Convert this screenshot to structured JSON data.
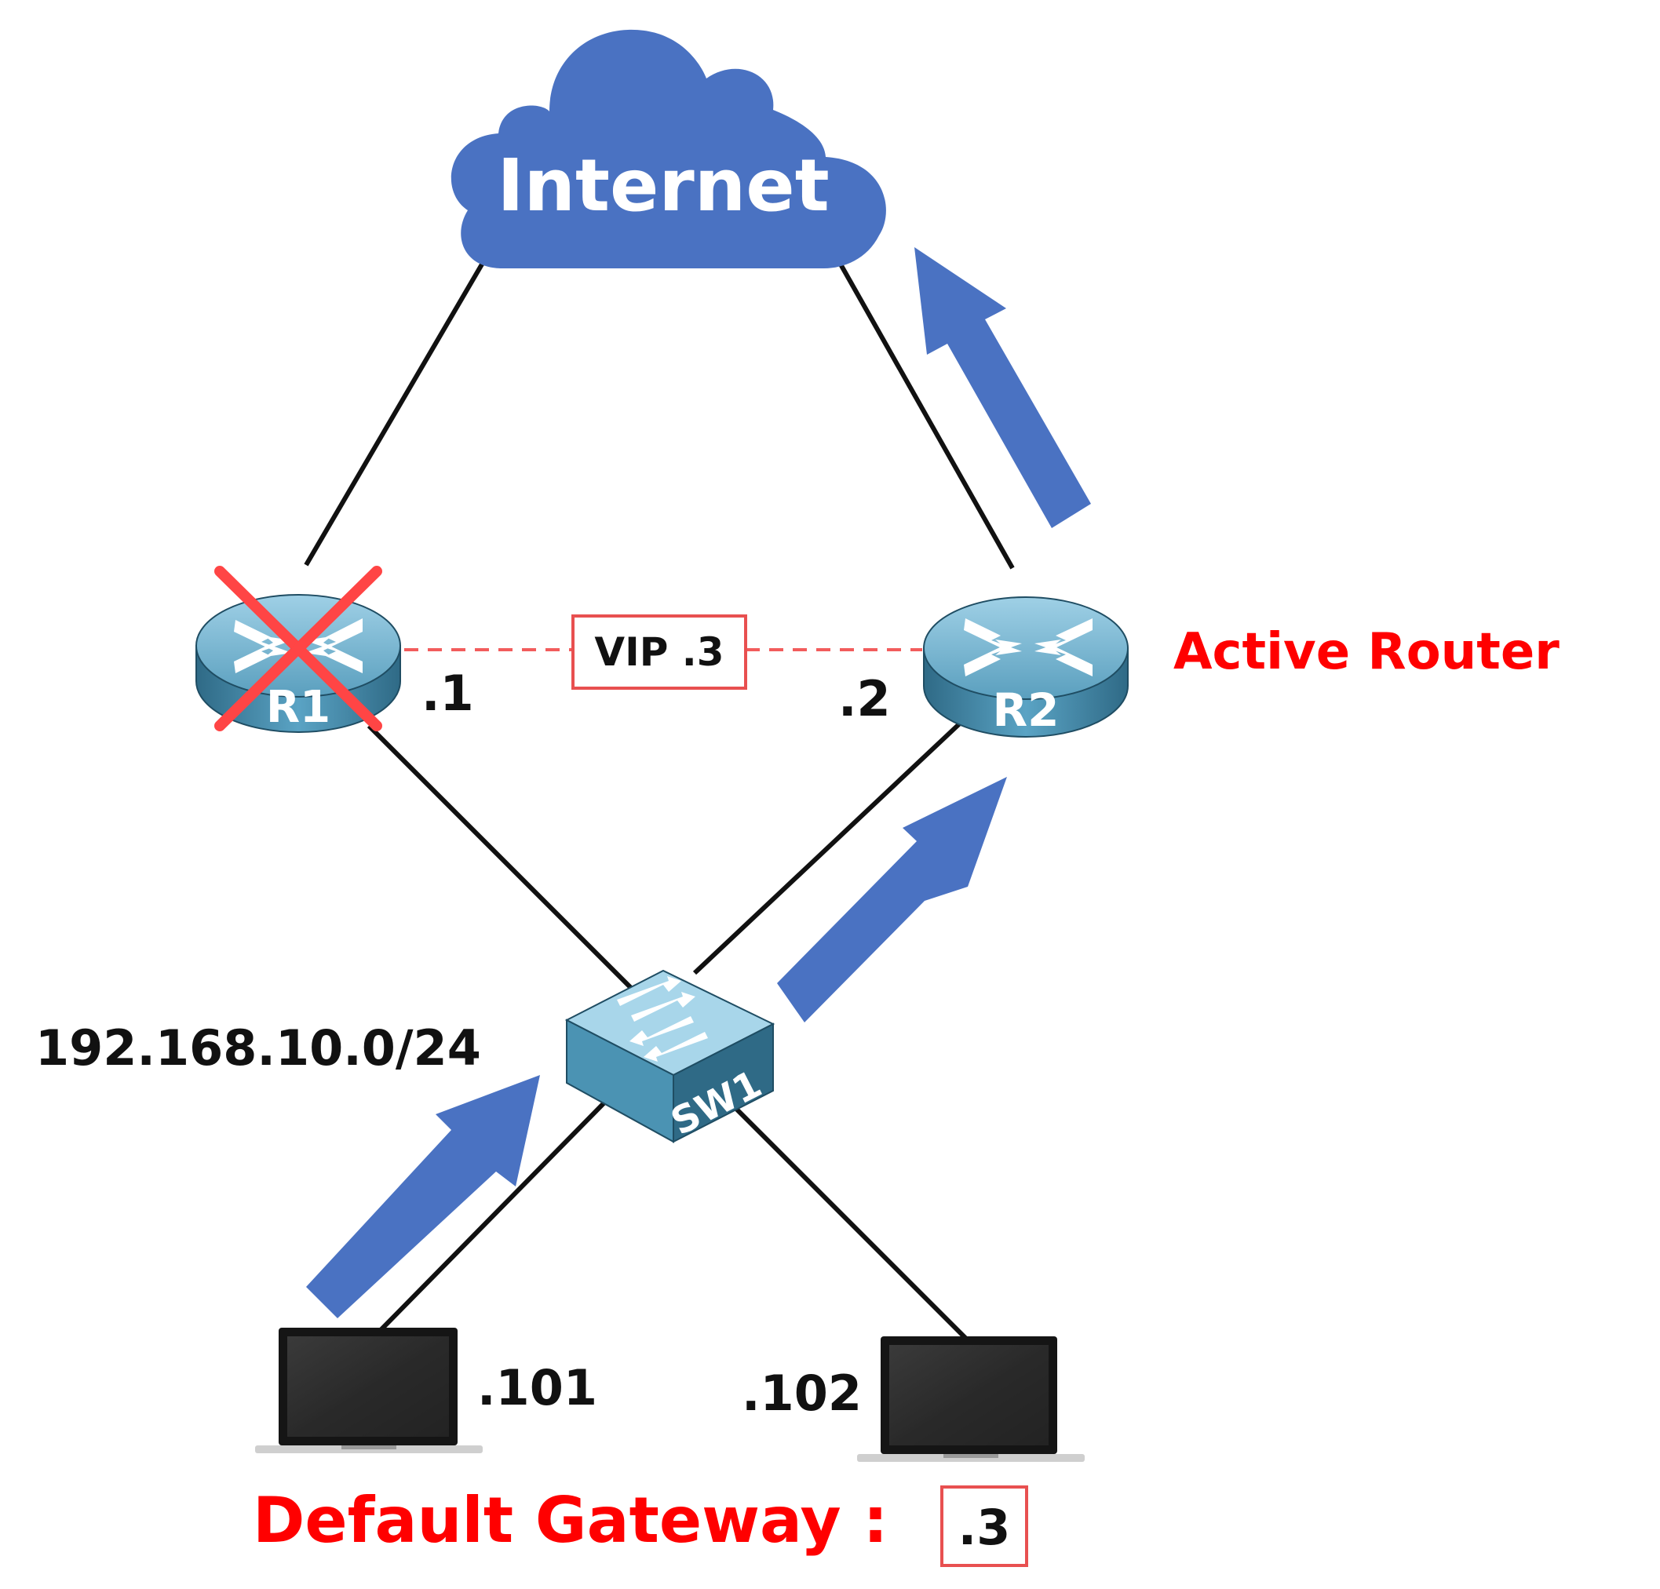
{
  "cloud": {
    "label": "Internet",
    "color": "#4a72c2"
  },
  "routers": [
    {
      "id": "r1",
      "label": "R1",
      "ip": ".1",
      "failed": true
    },
    {
      "id": "r2",
      "label": "R2",
      "ip": ".2",
      "failed": false
    }
  ],
  "vip": {
    "label": "VIP .3"
  },
  "active_router_label": "Active Router",
  "switch": {
    "label": "SW1"
  },
  "subnet": "192.168.10.0/24",
  "hosts": [
    {
      "id": "pc1",
      "ip": ".101"
    },
    {
      "id": "pc2",
      "ip": ".102"
    }
  ],
  "default_gateway": {
    "label": "Default Gateway :",
    "value": ".3"
  },
  "colors": {
    "accent_red": "#ff0000",
    "cross_red": "#ff4545",
    "vip_dashed": "#f25c5c",
    "arrow_blue": "#4a72c2",
    "device_teal": "#3f86a7",
    "laptop_dark": "#222222"
  }
}
